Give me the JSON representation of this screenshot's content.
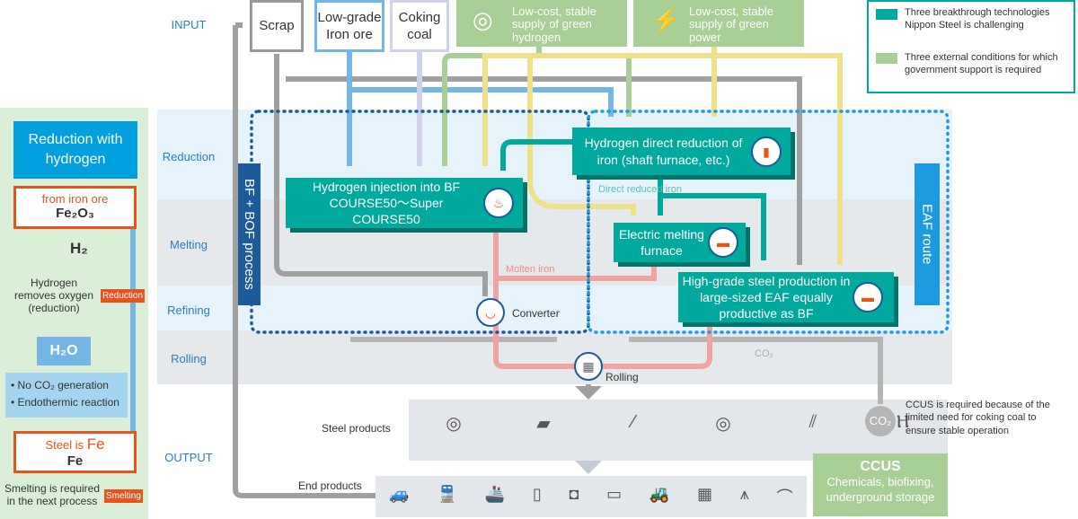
{
  "labels": {
    "input": "INPUT",
    "output": "OUTPUT"
  },
  "stages": [
    "Reduction",
    "Melting",
    "Refining",
    "Rolling"
  ],
  "inputs": {
    "scrap": "Scrap",
    "iron_ore": "Low-grade Iron ore",
    "coking_coal": "Coking coal",
    "hydrogen": "Low-cost, stable supply of green hydrogen",
    "power": "Low-cost, stable supply of green power"
  },
  "legend": {
    "teal": "Three breakthrough technologies Nippon Steel is challenging",
    "green": "Three external conditions for which government support is required",
    "teal_color": "#00a99d",
    "green_color": "#a8cf95"
  },
  "left_panel": {
    "title": "Reduction with hydrogen",
    "from": "from iron ore",
    "fe2o3": "Fe₂O₃",
    "h2": "H₂",
    "removes": "Hydrogen removes oxygen (reduction)",
    "reduction_tag": "Reduction",
    "h2o": "H₂O",
    "bullets": [
      "No CO₂ generation",
      "Endothermic reaction"
    ],
    "steel_is": "Steel is ",
    "fe_big": "Fe",
    "fe": "Fe",
    "smelting_note": "Smelting is required in the next process",
    "smelting_tag": "Smelting"
  },
  "routes": {
    "bf": "BF + BOF process",
    "eaf": "EAF route"
  },
  "processes": {
    "h2_injection": "Hydrogen injection into BF COURSE50〜Super COURSE50",
    "dri": "Hydrogen direct reduction of iron (shaft furnace, etc.)",
    "electric_melting": "Electric melting furnace",
    "high_grade": "High-grade steel production in large-sized EAF equally productive as BF",
    "converter": "Converter",
    "rolling": "Rolling"
  },
  "flow_labels": {
    "dri_out": "Direct reduced iron",
    "molten": "Molten iron",
    "co2": "CO₂"
  },
  "outputs": {
    "steel_products": "Steel products",
    "end_products": "End products",
    "co2_circle": "CO₂",
    "ccus_note": "CCUS is required because of the limited need for coking coal to ensure stable operation",
    "ccus_title": "CCUS",
    "ccus_desc": "Chemicals, biofixing, underground storage"
  }
}
